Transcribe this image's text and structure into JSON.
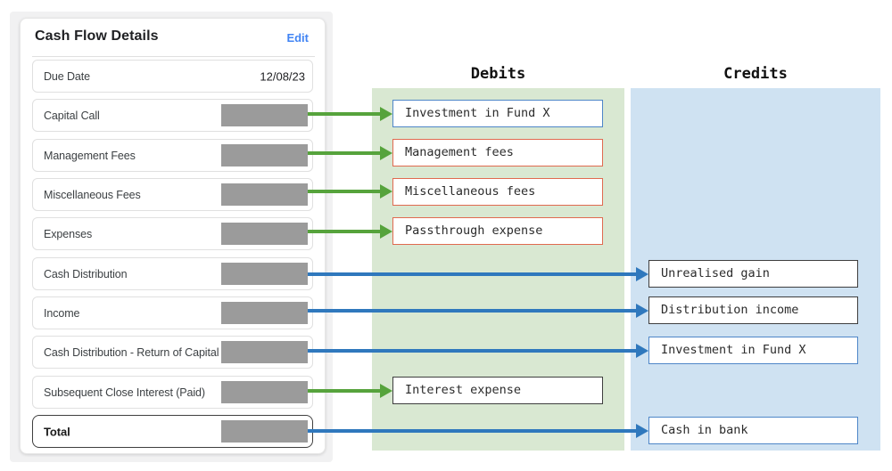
{
  "panel": {
    "title": "Cash Flow Details",
    "edit_label": "Edit",
    "rows": [
      {
        "label": "Due Date",
        "value": "12/08/23",
        "masked": false
      },
      {
        "label": "Capital Call",
        "masked": true
      },
      {
        "label": "Management Fees",
        "masked": true
      },
      {
        "label": "Miscellaneous Fees",
        "masked": true
      },
      {
        "label": "Expenses",
        "masked": true
      },
      {
        "label": "Cash Distribution",
        "masked": true
      },
      {
        "label": "Income",
        "masked": true
      },
      {
        "label": "Cash Distribution - Return of Capital",
        "masked": true
      },
      {
        "label": "Subsequent Close Interest (Paid)",
        "masked": true
      },
      {
        "label": "Total",
        "masked": true,
        "bold": true
      }
    ]
  },
  "debits": {
    "header": "Debits",
    "boxes": [
      {
        "label": "Investment in Fund X",
        "border": "blue"
      },
      {
        "label": "Management fees",
        "border": "red"
      },
      {
        "label": "Miscellaneous fees",
        "border": "red"
      },
      {
        "label": "Passthrough expense",
        "border": "red"
      },
      {
        "label": "Interest expense",
        "border": "dark"
      }
    ]
  },
  "credits": {
    "header": "Credits",
    "boxes": [
      {
        "label": "Unrealised gain",
        "border": "dark"
      },
      {
        "label": "Distribution income",
        "border": "dark"
      },
      {
        "label": "Investment in Fund X",
        "border": "blue"
      },
      {
        "label": "Cash in bank",
        "border": "blue"
      }
    ]
  },
  "mappings": [
    {
      "from": "Capital Call",
      "to": "Investment in Fund X",
      "column": "debits",
      "arrow_color": "green"
    },
    {
      "from": "Management Fees",
      "to": "Management fees",
      "column": "debits",
      "arrow_color": "green"
    },
    {
      "from": "Miscellaneous Fees",
      "to": "Miscellaneous fees",
      "column": "debits",
      "arrow_color": "green"
    },
    {
      "from": "Expenses",
      "to": "Passthrough expense",
      "column": "debits",
      "arrow_color": "green"
    },
    {
      "from": "Cash Distribution",
      "to": "Unrealised gain",
      "column": "credits",
      "arrow_color": "blue"
    },
    {
      "from": "Income",
      "to": "Distribution income",
      "column": "credits",
      "arrow_color": "blue"
    },
    {
      "from": "Cash Distribution - Return of Capital",
      "to": "Investment in Fund X",
      "column": "credits",
      "arrow_color": "blue"
    },
    {
      "from": "Subsequent Close Interest (Paid)",
      "to": "Interest expense",
      "column": "debits",
      "arrow_color": "green"
    },
    {
      "from": "Total",
      "to": "Cash in bank",
      "column": "credits",
      "arrow_color": "blue"
    }
  ],
  "colors": {
    "green_band": "#d9e8d2",
    "blue_band": "#cfe2f2",
    "green_arrow": "#56a33c",
    "blue_arrow": "#2f78bd",
    "red_box_border": "#e06a50",
    "blue_box_border": "#4e86c8",
    "dark_box_border": "#3e3e3e",
    "edit_link": "#4285f4",
    "redacted_block": "#9b9b9b"
  }
}
